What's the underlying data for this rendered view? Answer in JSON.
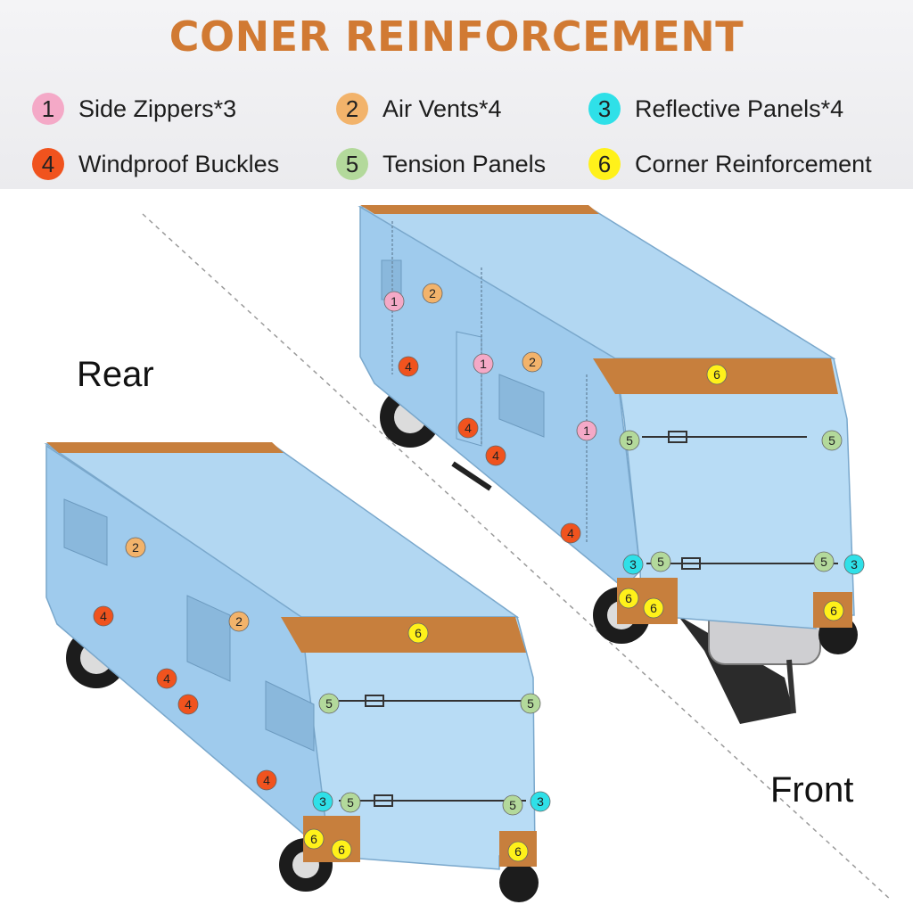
{
  "title": "CONER REINFORCEMENT",
  "colors": {
    "title": "#d17a33",
    "cover": "#a8d2f0",
    "cover_dark": "#8cc0e6",
    "reinforcement": "#c77f3d",
    "badge1": "#f4a9c7",
    "badge2": "#f2b36b",
    "badge3": "#2fe0e8",
    "badge4": "#f0531e",
    "badge5": "#b3d99b",
    "badge6": "#fff11a"
  },
  "legend": [
    {
      "num": "1",
      "label": "Side Zippers*3"
    },
    {
      "num": "2",
      "label": "Air Vents*4"
    },
    {
      "num": "3",
      "label": "Reflective Panels*4"
    },
    {
      "num": "4",
      "label": "Windproof Buckles"
    },
    {
      "num": "5",
      "label": "Tension Panels"
    },
    {
      "num": "6",
      "label": "Corner Reinforcement"
    }
  ],
  "views": {
    "rear": "Rear",
    "front": "Front"
  }
}
